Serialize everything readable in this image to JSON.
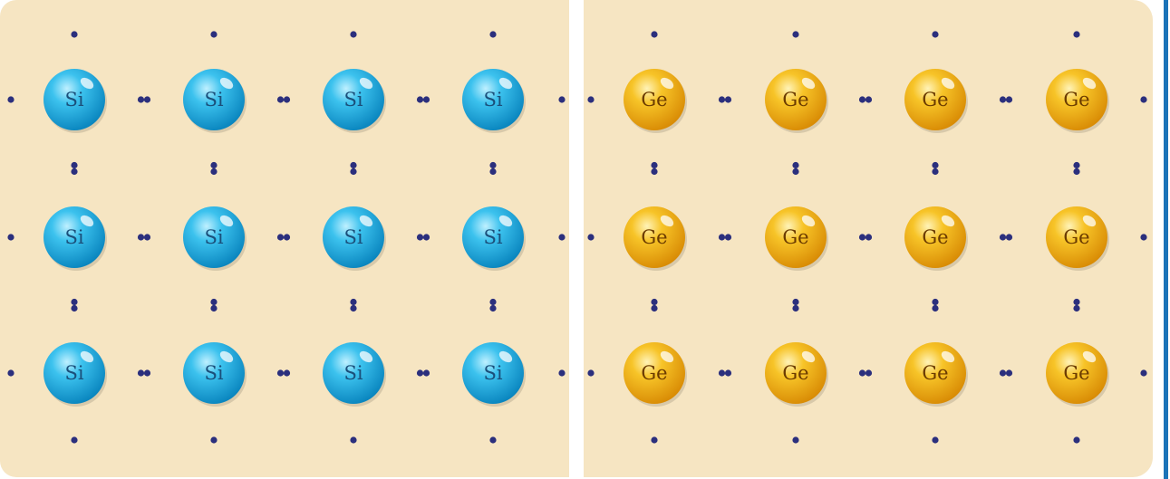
{
  "lattices": [
    {
      "id": "si",
      "element": "Si",
      "rows": 3,
      "cols": 4,
      "atom_fill": "#1fa9de",
      "atom_label_color": "#1b4f7a"
    },
    {
      "id": "ge",
      "element": "Ge",
      "rows": 3,
      "cols": 4,
      "atom_fill": "#f2b218",
      "atom_label_color": "#6b3b00"
    }
  ],
  "colors": {
    "background": "#f6e5c2",
    "electron": "#2b2f7d",
    "edge_line": "#1b73b8"
  }
}
